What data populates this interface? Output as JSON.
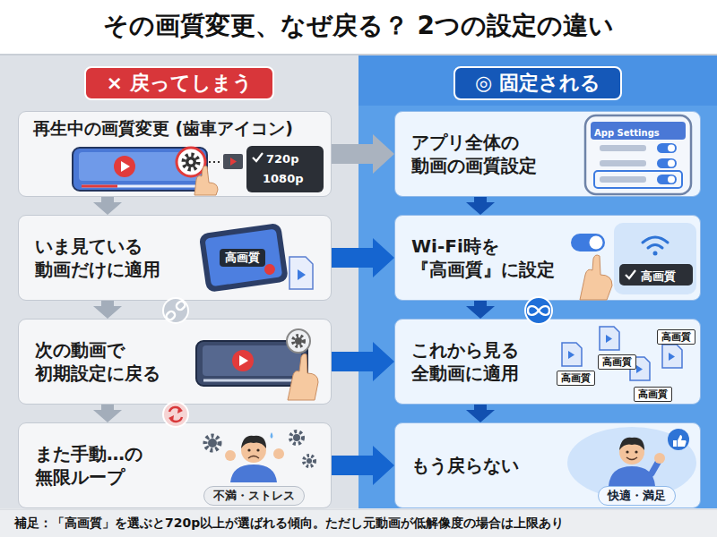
{
  "diagram": {
    "title": "その画質変更、なぜ戻る？ 2つの設定の違い",
    "caption": "補足：「高画質」を選ぶと720p以上が選ばれる傾向。ただし元動画が低解像度の場合は上限あり",
    "nodes": [
      {
        "text": [
          "× 戻ってしまう"
        ]
      },
      {
        "text": [
          "再生中の画質変更 (歯車アイコン)"
        ],
        "in": 0
      },
      {
        "text": [
          "いま見ている 動画だけに適用"
        ],
        "in": 0
      },
      {
        "text": [
          "次の動画で 初期設定に戻る"
        ],
        "in": 0
      },
      {
        "text": [
          "また手動…の 無限ループ"
        ],
        "in": 0
      },
      {
        "text": [
          "◎ 固定される"
        ]
      },
      {
        "text": [
          "アプリ全体の 動画の画質設定"
        ],
        "in": 5
      },
      {
        "text": [
          "Wi-Fi時を 『高画質』に設定"
        ],
        "in": 5
      },
      {
        "text": [
          "これから見る 全動画に適用"
        ],
        "in": 5
      },
      {
        "text": [
          "もう戻らない"
        ],
        "in": 5
      }
    ],
    "edges": [
      {
        "from": 1,
        "to": 2,
        "arrow": "to"
      },
      {
        "from": 2,
        "to": 3,
        "arrow": "to"
      },
      {
        "from": 3,
        "to": 4,
        "arrow": "to"
      },
      {
        "from": 6,
        "to": 7,
        "arrow": "to"
      },
      {
        "from": 7,
        "to": 8,
        "arrow": "to"
      },
      {
        "from": 8,
        "to": 9,
        "arrow": "to"
      },
      {
        "from": 1,
        "to": 6,
        "arrow": "to"
      },
      {
        "from": 2,
        "to": 7,
        "arrow": "to"
      },
      {
        "from": 3,
        "to": 8,
        "arrow": "to"
      },
      {
        "from": 4,
        "to": 9,
        "arrow": "to"
      }
    ],
    "labels": [
      "720p",
      "1080p",
      "高画質",
      "不満・ストレス",
      "App Settings",
      "高画質",
      "高画質",
      "高画質",
      "高画質",
      "高画質",
      "快適・満足"
    ]
  }
}
